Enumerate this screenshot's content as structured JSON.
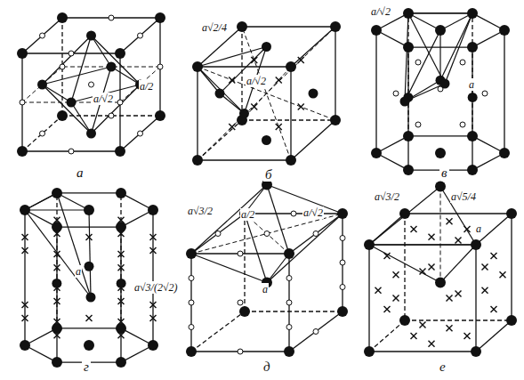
{
  "diagram": {
    "labels": [
      "a/√2",
      "a/2",
      "a√2/4",
      "a/√2",
      "a/√2",
      "a",
      "a",
      "a√3/(2√2)",
      "a√3/2",
      "a/2",
      "a/√2",
      "a",
      "a√3/2",
      "a√5/4",
      "a",
      "а",
      "б",
      "в",
      "г",
      "д",
      "е"
    ]
  }
}
